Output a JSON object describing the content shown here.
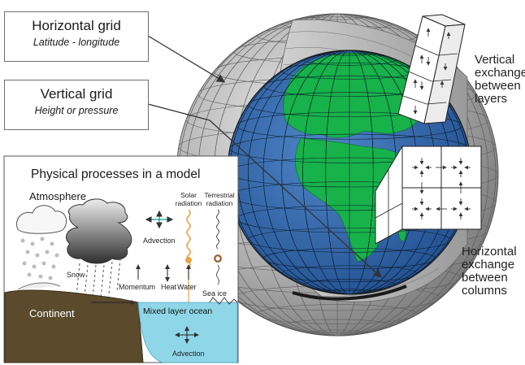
{
  "callouts": {
    "horizontal": {
      "title": "Horizontal grid",
      "subtitle": "Latitude - longitude"
    },
    "vertical": {
      "title": "Vertical grid",
      "subtitle": "Height or pressure"
    }
  },
  "side_labels": {
    "vertical_exchange": [
      "Vertical",
      "exchange",
      "between",
      "layers"
    ],
    "horizontal_exchange": [
      "Horizontal",
      "exchange",
      "between",
      "columns"
    ]
  },
  "inset": {
    "title": "Physical processes in a model",
    "atmosphere": "Atmosphere",
    "advection_air": "Advection",
    "solar": [
      "Solar",
      "radiation"
    ],
    "terrestrial": [
      "Terrestrial",
      "radiation"
    ],
    "snow": "Snow",
    "momentum": "Momentum",
    "heat": "Heat",
    "water": "Water",
    "sea_ice": "Sea ice",
    "continent": "Continent",
    "mixed_layer": "Mixed layer ocean",
    "advection_ocean": "Advection"
  },
  "colors": {
    "shell_gray": "#a9a9a9",
    "ocean_blue": "#2f63a8",
    "land_green": "#17b24a",
    "sea_light": "#8fd6e8",
    "continent_brown": "#5b4a2c",
    "solar_orange": "#e8a44a"
  }
}
